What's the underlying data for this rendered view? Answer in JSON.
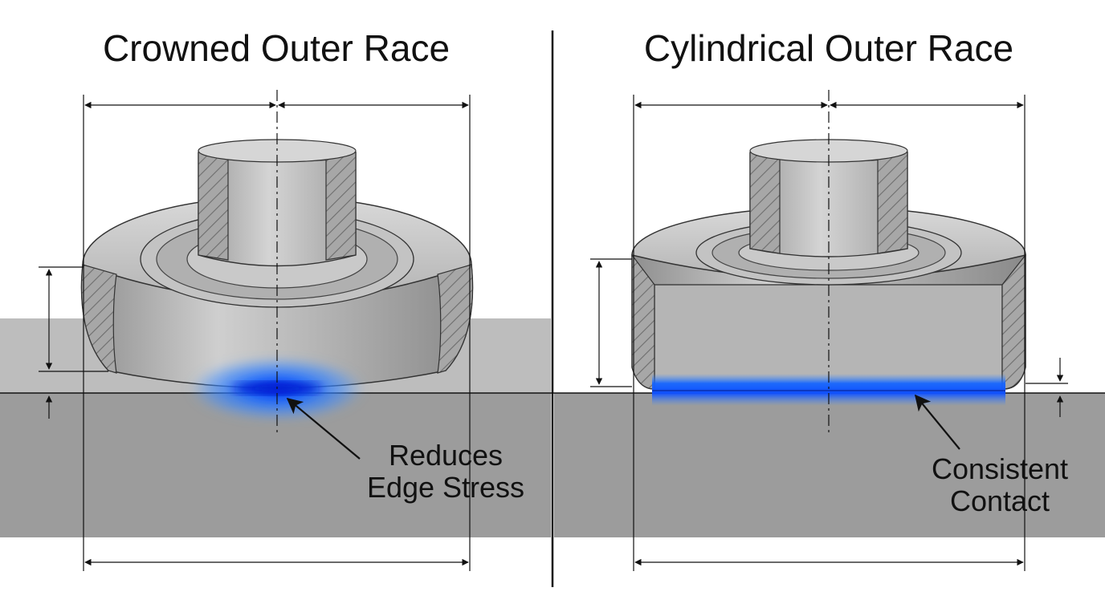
{
  "panels": {
    "crowned": {
      "title": "Crowned Outer Race",
      "callout": [
        "Reduces",
        "Edge Stress"
      ]
    },
    "cylindrical": {
      "title": "Cylindrical Outer Race",
      "callout": [
        "Consistent",
        "Contact"
      ]
    }
  },
  "colors": {
    "contact_highlight": "#1565ff",
    "steel": "#b9b9b9",
    "ground": "#9c9c9c",
    "line": "#111111"
  }
}
